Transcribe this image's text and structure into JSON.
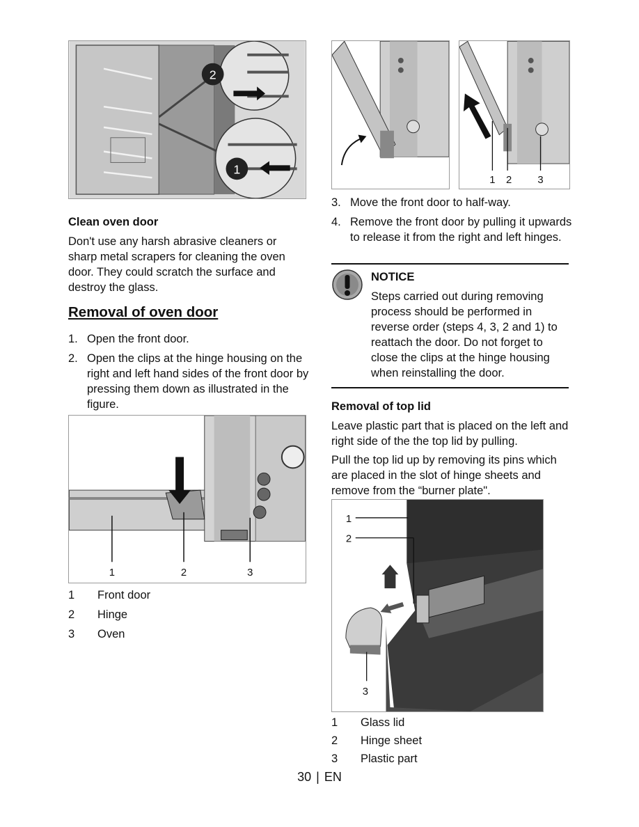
{
  "left": {
    "clean_heading": "Clean oven door",
    "clean_body": "Don't use any harsh abrasive cleaners or sharp metal scrapers for cleaning the oven door. They could scratch the surface and destroy the glass.",
    "removal_heading": "Removal of oven door",
    "steps": [
      {
        "num": "1.",
        "text": "Open the front door."
      },
      {
        "num": "2.",
        "text": "Open the clips at the hinge housing on the right and left hand sides of the front door by pressing them down as illustrated in the figure."
      }
    ],
    "fig1_callouts": [
      "2",
      "1"
    ],
    "fig2_callouts": [
      "1",
      "2",
      "3"
    ],
    "legend": [
      {
        "num": "1",
        "text": "Front door"
      },
      {
        "num": "2",
        "text": "Hinge"
      },
      {
        "num": "3",
        "text": "Oven"
      }
    ]
  },
  "right": {
    "fig3_callouts": [
      "1",
      "2",
      "3"
    ],
    "steps": [
      {
        "num": "3.",
        "text": "Move the front door to half-way."
      },
      {
        "num": "4.",
        "text": "Remove the front door by pulling it upwards to release it from the right and left hinges."
      }
    ],
    "notice_title": "NOTICE",
    "notice_body": "Steps carried out during removing process should be performed in reverse order (steps 4, 3, 2 and 1) to reattach the door. Do not forget to close the clips at the hinge housing when reinstalling the door.",
    "top_lid_heading": "Removal of top lid",
    "top_lid_p1": "Leave plastic part that is placed on the left and right side of the the top lid by pulling.",
    "top_lid_p2": "Pull the top lid up by removing its pins which are placed in the slot of hinge sheets and remove from the “burner plate\".",
    "fig4_callouts": [
      "1",
      "2",
      "3"
    ],
    "legend": [
      {
        "num": "1",
        "text": "Glass lid"
      },
      {
        "num": "2",
        "text": "Hinge sheet"
      },
      {
        "num": "3",
        "text": "Plastic part"
      }
    ]
  },
  "footer": {
    "page_number": "30",
    "separator": "|",
    "language": "EN"
  }
}
